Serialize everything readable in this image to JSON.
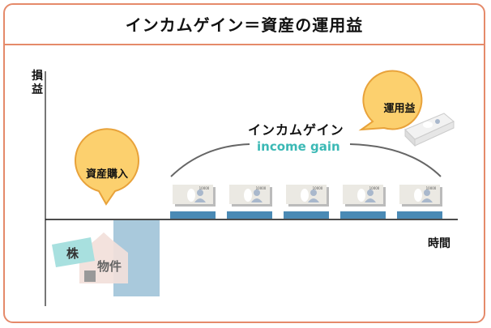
{
  "title": "インカムゲイン＝資産の運用益",
  "axes": {
    "y_label": "損益",
    "x_label": "時間"
  },
  "income_gain": {
    "label_jp": "インカムゲイン",
    "label_en": "income gain",
    "payments_count": 5,
    "banknote_denomination": "10000"
  },
  "bubbles": {
    "purchase": "資産購入",
    "profit": "運用益"
  },
  "assets": {
    "stock_tag": "株",
    "property_tag": "物件"
  },
  "colors": {
    "frame_border": "#e58a6a",
    "bubble_fill": "#fcd06e",
    "bubble_stroke": "#e8a23a",
    "gain_bar": "#4a8ab5",
    "investment_bar": "#a9c9dc",
    "income_gain_en": "#3bb9b5",
    "stock_tag": "#a8e0df",
    "house": "#f2e0da"
  }
}
